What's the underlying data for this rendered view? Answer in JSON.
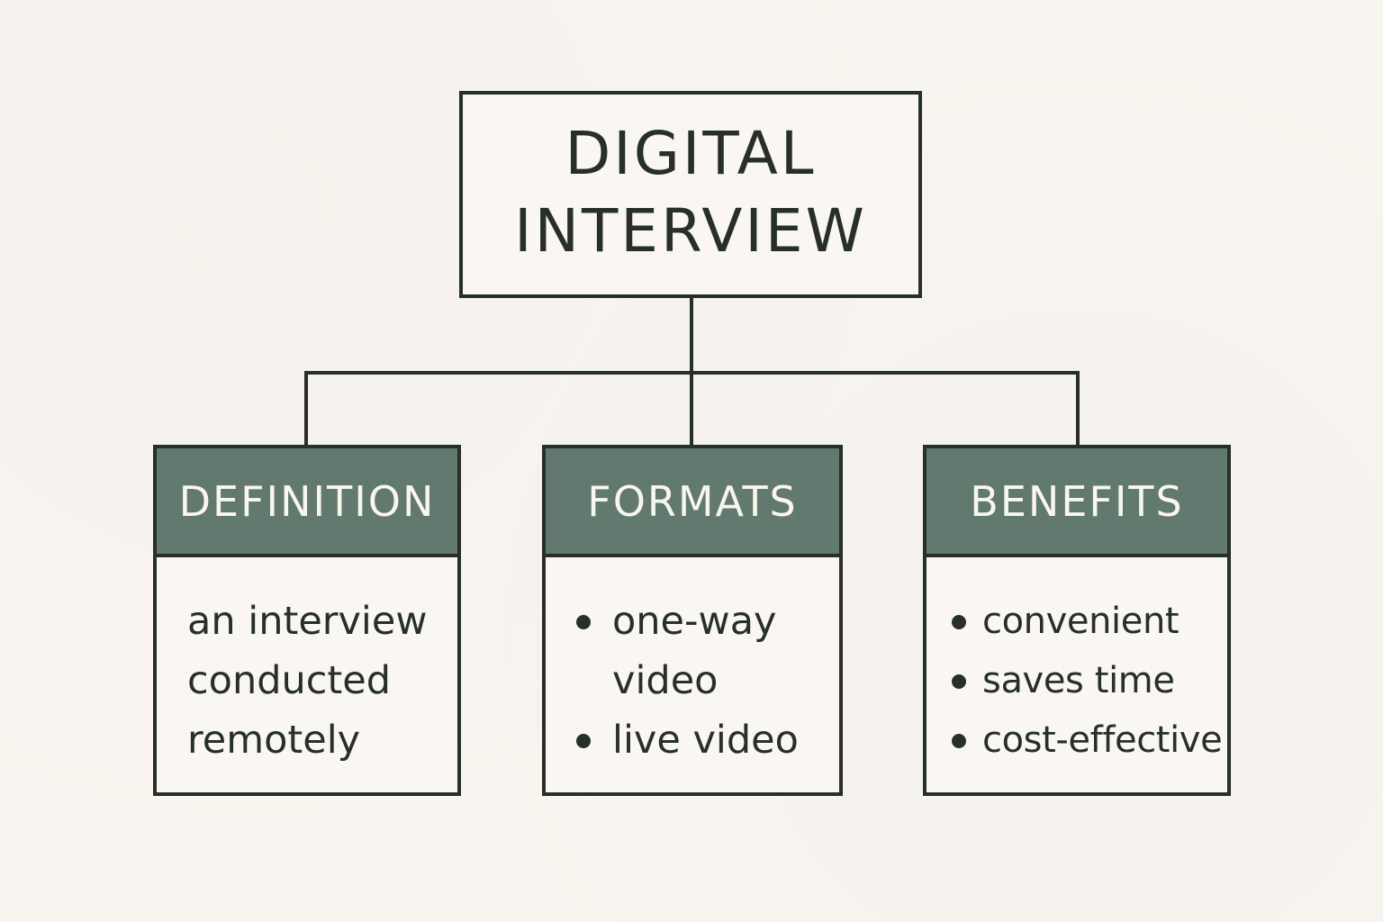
{
  "diagram": {
    "title": "DIGITAL\nINTERVIEW",
    "nodes": [
      {
        "heading": "DEFINITION",
        "body_lines": [
          "an interview",
          "conducted",
          "remotely"
        ]
      },
      {
        "heading": "FORMATS",
        "items": [
          [
            "one-way",
            "video"
          ],
          [
            "live video"
          ]
        ]
      },
      {
        "heading": "BENEFITS",
        "items": [
          "convenient",
          "saves time",
          "cost-effective"
        ]
      }
    ],
    "colors": {
      "background": "#f8f4ef",
      "ink": "#263028",
      "header_fill": "#61796f",
      "header_text": "#f8f6ef"
    }
  }
}
